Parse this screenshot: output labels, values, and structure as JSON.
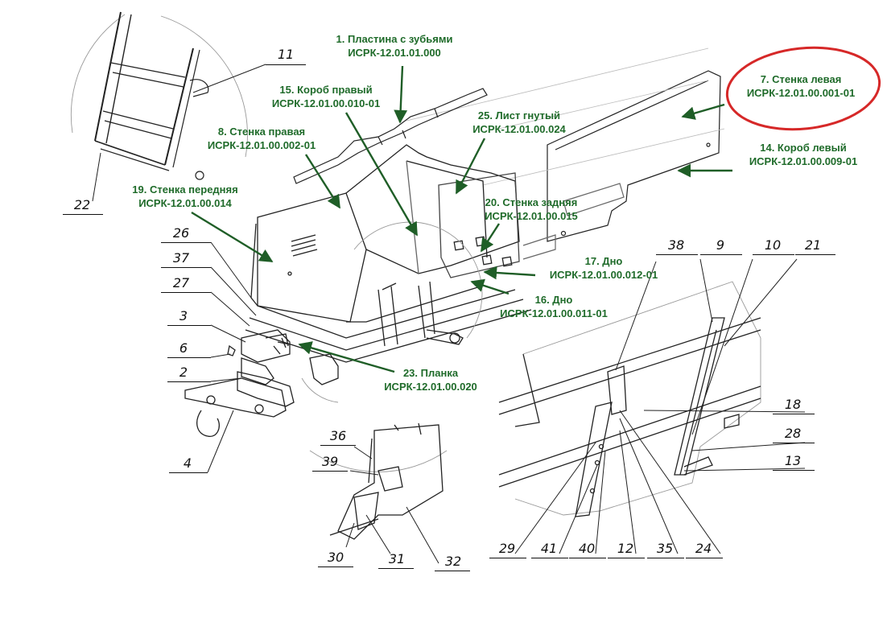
{
  "colors": {
    "callout_text": "#1f6b2a",
    "arrow": "#1f5e27",
    "highlight_ring": "#d62828",
    "line_art": "#222222"
  },
  "callouts": [
    {
      "id": "c1",
      "name": "1. Пластина с зубьями",
      "code": "ИСРК-12.01.01.000"
    },
    {
      "id": "c15",
      "name": "15. Короб правый",
      "code": "ИСРК-12.01.00.010-01"
    },
    {
      "id": "c25",
      "name": "25. Лист гнутый",
      "code": "ИСРК-12.01.00.024"
    },
    {
      "id": "c7",
      "name": "7. Стенка левая",
      "code": "ИСРК-12.01.00.001-01"
    },
    {
      "id": "c8",
      "name": "8. Стенка правая",
      "code": "ИСРК-12.01.00.002-01"
    },
    {
      "id": "c14",
      "name": "14. Короб левый",
      "code": "ИСРК-12.01.00.009-01"
    },
    {
      "id": "c19",
      "name": "19. Стенка передняя",
      "code": "ИСРК-12.01.00.014"
    },
    {
      "id": "c20",
      "name": "20. Стенка задняя",
      "code": "ИСРК-12.01.00.015"
    },
    {
      "id": "c17",
      "name": "17. Дно",
      "code": "ИСРК-12.01.00.012-01"
    },
    {
      "id": "c16",
      "name": "16. Дно",
      "code": "ИСРК-12.01.00.011-01"
    },
    {
      "id": "c23",
      "name": "23. Планка",
      "code": "ИСРК-12.01.00.020"
    }
  ],
  "position_numbers": [
    "11",
    "22",
    "26",
    "37",
    "27",
    "3",
    "6",
    "2",
    "4",
    "36",
    "39",
    "30",
    "31",
    "32",
    "38",
    "9",
    "10",
    "21",
    "18",
    "28",
    "13",
    "29",
    "41",
    "40",
    "12",
    "35",
    "24"
  ],
  "highlighted_callout": "7. Стенка левая"
}
